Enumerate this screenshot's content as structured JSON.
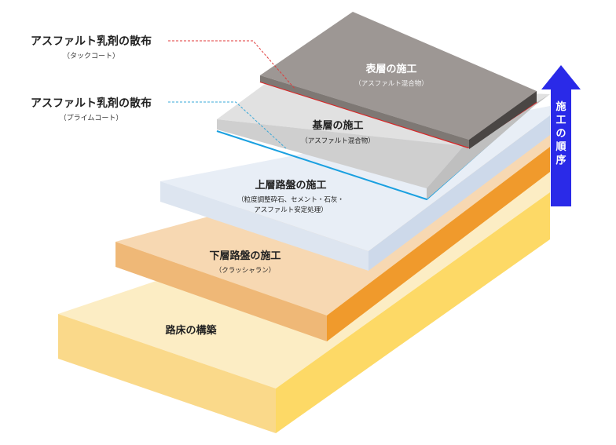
{
  "callouts": [
    {
      "title": "アスファルト乳剤の散布",
      "sub": "（タックコート）",
      "line_color": "#e03a3a"
    },
    {
      "title": "アスファルト乳剤の散布",
      "sub": "（プライムコート）",
      "line_color": "#38a8d8"
    }
  ],
  "layers": [
    {
      "title": "表層の施工",
      "sub": [
        "（アスファルト混合物）"
      ],
      "color": "#9d9794"
    },
    {
      "title": "基層の施工",
      "sub": [
        "（アスファルト混合物）"
      ],
      "color": "#e1e1e1"
    },
    {
      "title": "上層路盤の施工",
      "sub": [
        "（粒度調整砕石、セメント・石灰・",
        "アスファルト安定処理）"
      ],
      "color": "#e8eef6"
    },
    {
      "title": "下層路盤の施工",
      "sub": [
        "（クラッシャラン）"
      ],
      "color": "#f7d8b2"
    },
    {
      "title": "路床の構築",
      "sub": [],
      "color": "#fcecc0"
    }
  ],
  "arrow": {
    "label": "施工の順序",
    "color": "#2a2ae8"
  }
}
